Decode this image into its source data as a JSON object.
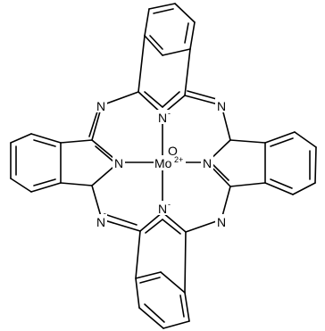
{
  "molecule": {
    "atoms": {
      "n_pyrrole_top": {
        "symbol": "N",
        "charge": "-"
      },
      "n_pyrrole_left": {
        "symbol": "N",
        "charge": ""
      },
      "n_pyrrole_right": {
        "symbol": "N",
        "charge": ""
      },
      "n_pyrrole_bottom": {
        "symbol": "N",
        "charge": "-"
      },
      "n_bridge_top_left": {
        "symbol": "N",
        "charge": ""
      },
      "n_bridge_top_right": {
        "symbol": "N",
        "charge": ""
      },
      "n_bridge_bottom_left": {
        "symbol": "N",
        "charge": ""
      },
      "n_bridge_bottom_right": {
        "symbol": "N",
        "charge": ""
      },
      "metal": {
        "symbol": "Mo",
        "charge": "2+"
      },
      "oxo": {
        "symbol": "O",
        "charge": ""
      }
    }
  }
}
